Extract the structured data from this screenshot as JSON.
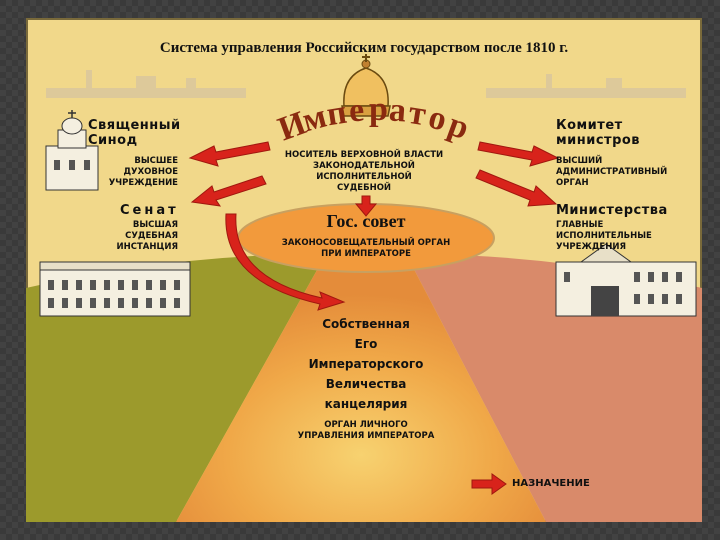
{
  "title": "Система управления Российским государством после 1810 г.",
  "emperor": {
    "letters": [
      "И",
      "м",
      "п",
      "е",
      "р",
      "а",
      "т",
      "о",
      "р"
    ],
    "desc": [
      "НОСИТЕЛЬ ВЕРХОВНОЙ ВЛАСТИ",
      "ЗАКОНОДАТЕЛЬНОЙ",
      "ИСПОЛНИТЕЛЬНОЙ",
      "СУДЕБНОЙ"
    ]
  },
  "synod": {
    "name": [
      "Священный",
      "Синод"
    ],
    "desc": [
      "ВЫСШЕЕ",
      "ДУХОВНОЕ",
      "УЧРЕЖДЕНИЕ"
    ]
  },
  "senate": {
    "name": "Сенат",
    "desc": [
      "ВЫСШАЯ",
      "СУДЕБНАЯ",
      "ИНСТАНЦИЯ"
    ]
  },
  "committee": {
    "name": [
      "Комитет",
      "министров"
    ],
    "desc": [
      "ВЫСШИЙ",
      "АДМИНИСТРАТИВНЫЙ",
      "ОРГАН"
    ]
  },
  "ministries": {
    "name": "Министерства",
    "desc": [
      "ГЛАВНЫЕ",
      "ИСПОЛНИТЕЛЬНЫЕ",
      "УЧРЕЖДЕНИЯ"
    ]
  },
  "council": {
    "name": "Гос. совет",
    "desc": [
      "ЗАКОНОСОВЕЩАТЕЛЬНЫЙ ОРГАН",
      "ПРИ ИМПЕРАТОРЕ"
    ]
  },
  "chancellery": {
    "name": [
      "Собственная",
      "Его",
      "Императорского",
      "Величества",
      "канцелярия"
    ],
    "desc": [
      "ОРГАН ЛИЧНОГО",
      "УПРАВЛЕНИЯ ИМПЕРАТОРА"
    ]
  },
  "legend": {
    "label": "НАЗНАЧЕНИЕ"
  },
  "colors": {
    "arrow": "#d8231b",
    "background": "#f1d88a",
    "left_field": "#9c9a2c",
    "right_field": "#d98a6a",
    "center_field": "#f0a848",
    "ellipse": "#f29a3c"
  }
}
